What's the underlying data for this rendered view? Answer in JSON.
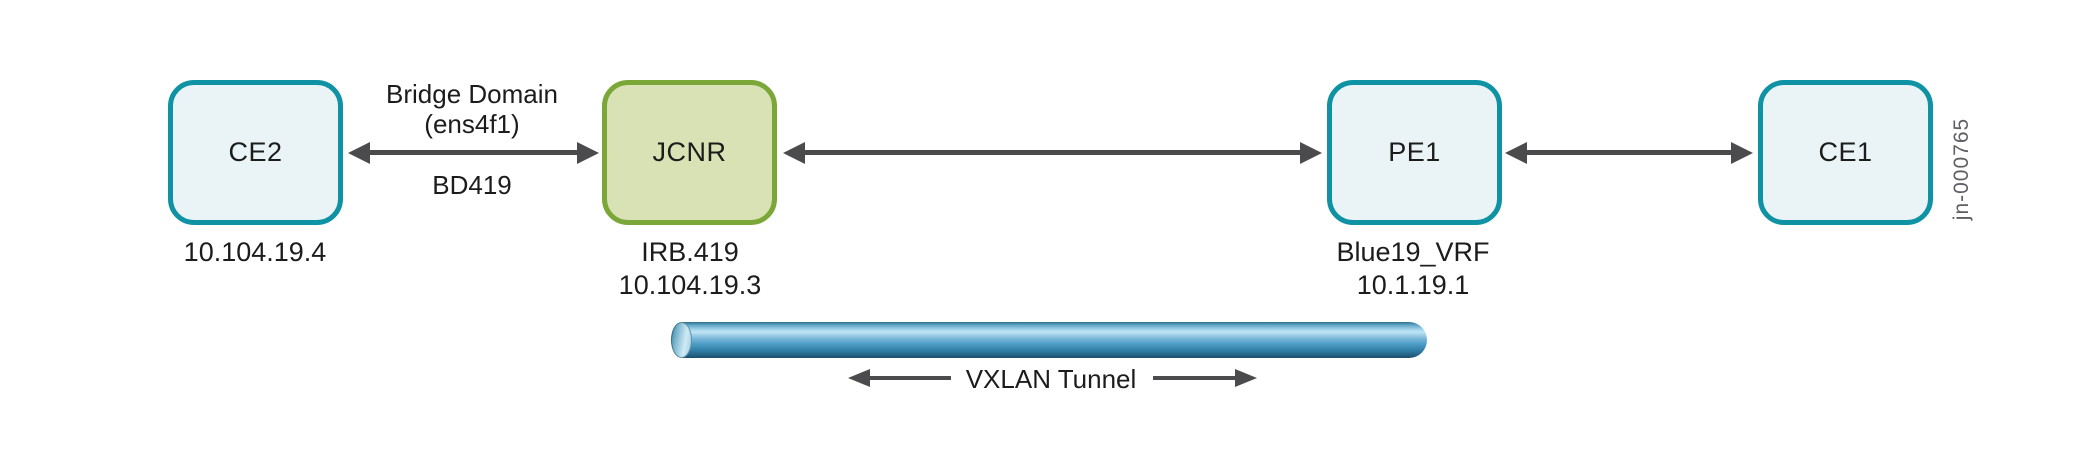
{
  "figure": {
    "id_label": "jn-000765"
  },
  "colors": {
    "teal_border": "#0f93a4",
    "teal_fill": "#eaf4f6",
    "green_border": "#7aa738",
    "green_fill": "#d8e2b4",
    "arrow": "#4b4b4d",
    "text": "#1c1c1c",
    "figure_id_text": "#5d5f62",
    "pipe_highlight": "#bfe4f4",
    "pipe_mid": "#4f9fc8",
    "pipe_dark": "#1b4f6b"
  },
  "nodes": {
    "ce2": {
      "label": "CE2",
      "sublabel1": "10.104.19.4"
    },
    "jcnr": {
      "label": "JCNR",
      "sublabel1": "IRB.419",
      "sublabel2": "10.104.19.3"
    },
    "pe1": {
      "label": "PE1",
      "sublabel1": "Blue19_VRF",
      "sublabel2": "10.1.19.1"
    },
    "ce1": {
      "label": "CE1"
    }
  },
  "links": {
    "ce2_jcnr": {
      "label_line1": "Bridge Domain",
      "label_line2": "(ens4f1)",
      "label_below": "BD419"
    }
  },
  "tunnel": {
    "label": "VXLAN Tunnel"
  }
}
